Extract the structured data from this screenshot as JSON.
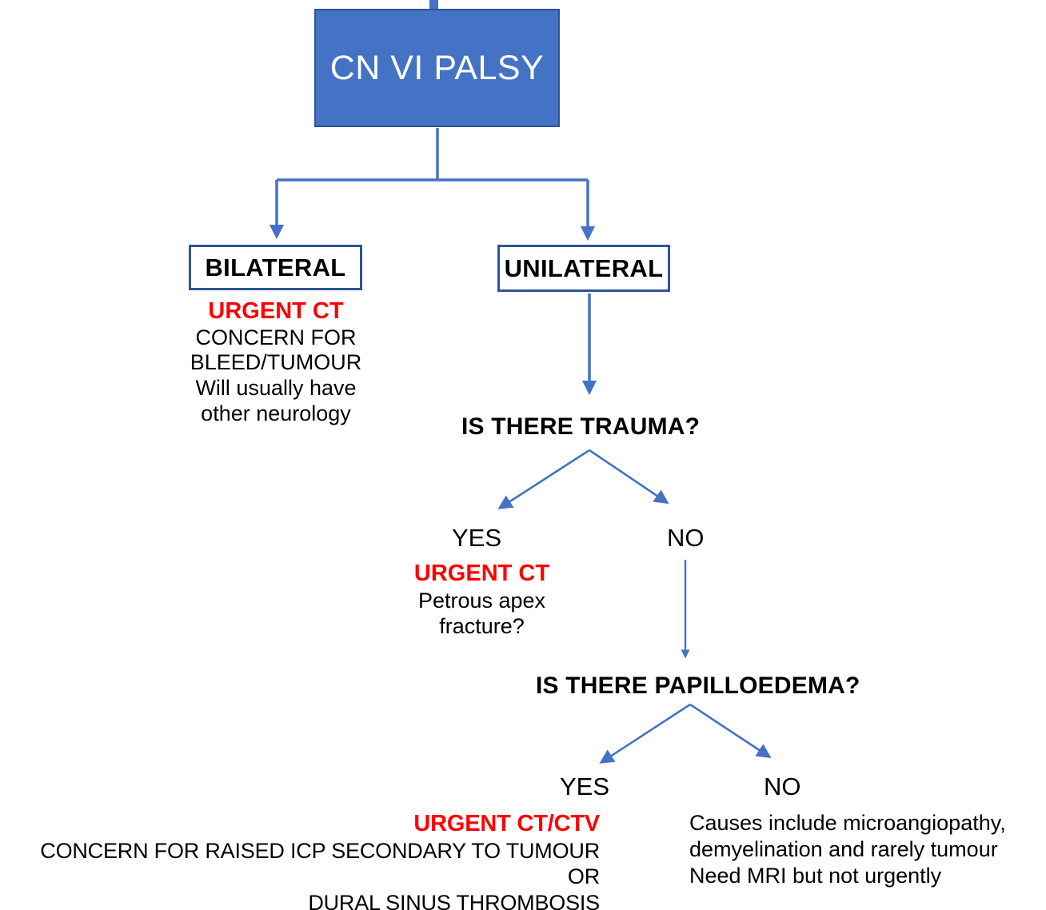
{
  "diagram": {
    "title": "CN VI PALSY",
    "type": "clinical decision flowchart",
    "colors": {
      "node_fill_blue": "#4472C4",
      "node_border_blue": "#2F5496",
      "connector_blue": "#4472C4",
      "alert_red": "#FF0000",
      "text_black": "#000000",
      "background": "#FFFFFF"
    }
  },
  "root": {
    "label": "CN VI PALSY"
  },
  "branch_laterality": {
    "bilateral": {
      "label": "BILATERAL",
      "action": "URGENT CT",
      "notes": [
        "CONCERN FOR",
        "BLEED/TUMOUR",
        "Will usually have",
        "other neurology"
      ]
    },
    "unilateral": {
      "label": "UNILATERAL"
    }
  },
  "question_trauma": {
    "label": "IS THERE TRAUMA?",
    "yes": {
      "label": "YES",
      "action": "URGENT CT",
      "notes": [
        "Petrous apex",
        "fracture?"
      ]
    },
    "no": {
      "label": "NO"
    }
  },
  "question_papilloedema": {
    "label": "IS THERE PAPILLOEDEMA?",
    "yes": {
      "label": "YES",
      "action": "URGENT CT/CTV",
      "notes": [
        "CONCERN FOR RAISED ICP SECONDARY TO TUMOUR OR",
        "DURAL SINUS THROMBOSIS"
      ]
    },
    "no": {
      "label": "NO",
      "notes": [
        "Causes include microangiopathy,",
        "demyelination and rarely tumour",
        "Need MRI but not urgently"
      ]
    }
  }
}
